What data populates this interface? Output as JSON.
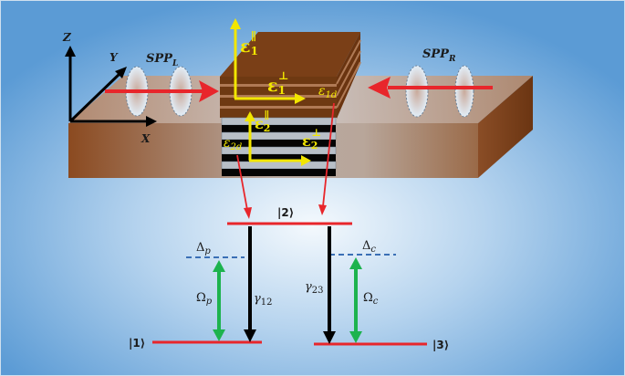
{
  "figure": {
    "description": "Schematic of surface plasmon polaritons on a metal slab with an anisotropic multilayer stack, and a three-level Lambda-type atomic system",
    "colors": {
      "background": "#5b9bd5",
      "background_center": "#eaf3fb",
      "slab": "#8a4b24",
      "stack_upper": "#7a3f17",
      "stack_lower_dark": "#000000",
      "stack_lower_light": "#b8bfc7",
      "spp_arrow": "#e8262b",
      "level_line": "#e8262b",
      "detuning_line": "#3a6fb5",
      "rabi_arrow": "#1db34e",
      "decay_arrow": "#000000",
      "epsilon_label": "#f2e600"
    }
  },
  "axes": {
    "x_label": "X",
    "y_label": "Y",
    "z_label": "Z"
  },
  "spp": {
    "left_label": "SPP",
    "left_sub": "L",
    "right_label": "SPP",
    "right_sub": "R"
  },
  "stack": {
    "eps1_par": "ε",
    "eps1_par_sub": "1",
    "eps1_par_sup": "∥",
    "eps1_perp": "ε",
    "eps1_perp_sub": "1",
    "eps1_perp_sup": "⊥",
    "eps1d": "ε",
    "eps1d_sub": "1d",
    "eps2_par": "ε",
    "eps2_par_sub": "2",
    "eps2_par_sup": "∥",
    "eps2_perp": "ε",
    "eps2_perp_sub": "2",
    "eps2_perp_sup": "⊥",
    "eps2d": "ε",
    "eps2d_sub": "2d"
  },
  "levels": {
    "level1": "|1⟩",
    "level2": "|2⟩",
    "level3": "|3⟩",
    "detuning_p": "Δ",
    "detuning_p_sub": "p",
    "detuning_c": "Δ",
    "detuning_c_sub": "c",
    "rabi_p": "Ω",
    "rabi_p_sub": "p",
    "rabi_c": "Ω",
    "rabi_c_sub": "c",
    "decay_12": "γ",
    "decay_12_sub": "12",
    "decay_23": "γ",
    "decay_23_sub": "23"
  }
}
